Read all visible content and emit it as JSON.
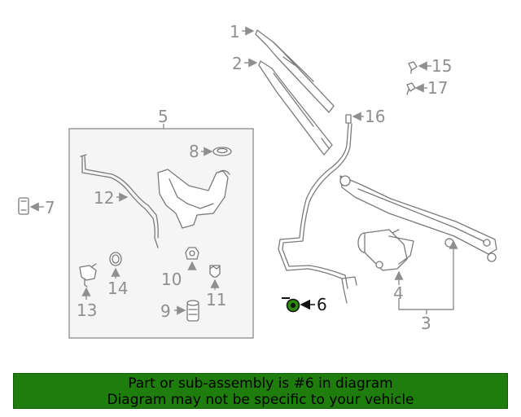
{
  "callouts": {
    "c1": "1",
    "c2": "2",
    "c3": "3",
    "c4": "4",
    "c5": "5",
    "c6": "6",
    "c7": "7",
    "c8": "8",
    "c9": "9",
    "c10": "10",
    "c11": "11",
    "c12": "12",
    "c13": "13",
    "c14": "14",
    "c15": "15",
    "c16": "16",
    "c17": "17"
  },
  "highlight": {
    "part_number": "6",
    "color": "#1e7d0c"
  },
  "banner": {
    "line1": "Part or sub-assembly is #6 in diagram",
    "line2": "Diagram may not be specific to your vehicle",
    "background": "#1e7d0c"
  }
}
